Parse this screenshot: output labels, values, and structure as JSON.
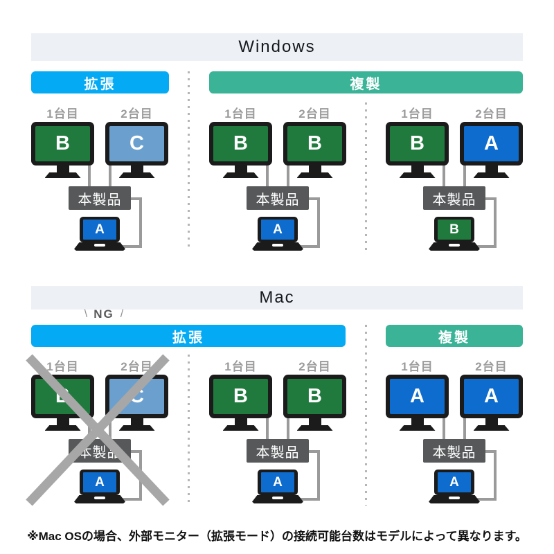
{
  "colors": {
    "header_bg": "#edf1f6",
    "extend_blue": "#04abf4",
    "duplicate_teal": "#3ab397",
    "monitor_green": "#207a3d",
    "monitor_lightblue": "#6ba0ce",
    "monitor_blue": "#0d6cce",
    "device_gray": "#56585a",
    "cable_gray": "#9a9a9a",
    "cross_gray": "#a7a7a7",
    "position_label_gray": "#9b9b9b"
  },
  "device_label": "本製品",
  "sections": {
    "windows": {
      "title": "Windows",
      "modes": {
        "extend": "拡張",
        "duplicate": "複製"
      },
      "groups": [
        {
          "monitor1": {
            "position_label": "1台目",
            "letter": "B",
            "color": "#207a3d"
          },
          "monitor2": {
            "position_label": "2台目",
            "letter": "C",
            "color": "#6ba0ce"
          },
          "laptop": {
            "letter": "A",
            "color": "#0d6cce"
          }
        },
        {
          "monitor1": {
            "position_label": "1台目",
            "letter": "B",
            "color": "#207a3d"
          },
          "monitor2": {
            "position_label": "2台目",
            "letter": "B",
            "color": "#207a3d"
          },
          "laptop": {
            "letter": "A",
            "color": "#0d6cce"
          }
        },
        {
          "monitor1": {
            "position_label": "1台目",
            "letter": "B",
            "color": "#207a3d"
          },
          "monitor2": {
            "position_label": "2台目",
            "letter": "A",
            "color": "#0d6cce"
          },
          "laptop": {
            "letter": "B",
            "color": "#207a3d"
          }
        }
      ]
    },
    "mac": {
      "title": "Mac",
      "ng_label": "NG",
      "ng_slash_left": "\\",
      "ng_slash_right": "/",
      "first_group_crossed_out": true,
      "modes": {
        "extend": "拡張",
        "duplicate": "複製"
      },
      "groups": [
        {
          "monitor1": {
            "position_label": "1台目",
            "letter": "B",
            "color": "#207a3d"
          },
          "monitor2": {
            "position_label": "2台目",
            "letter": "C",
            "color": "#6ba0ce"
          },
          "laptop": {
            "letter": "A",
            "color": "#0d6cce"
          }
        },
        {
          "monitor1": {
            "position_label": "1台目",
            "letter": "B",
            "color": "#207a3d"
          },
          "monitor2": {
            "position_label": "2台目",
            "letter": "B",
            "color": "#207a3d"
          },
          "laptop": {
            "letter": "A",
            "color": "#0d6cce"
          }
        },
        {
          "monitor1": {
            "position_label": "1台目",
            "letter": "A",
            "color": "#0d6cce"
          },
          "monitor2": {
            "position_label": "2台目",
            "letter": "A",
            "color": "#0d6cce"
          },
          "laptop": {
            "letter": "A",
            "color": "#0d6cce"
          }
        }
      ]
    }
  },
  "footer": {
    "note": "※Mac OSの場合、外部モニター（拡張モード）の接続可能台数はモデルによって異なります。"
  }
}
